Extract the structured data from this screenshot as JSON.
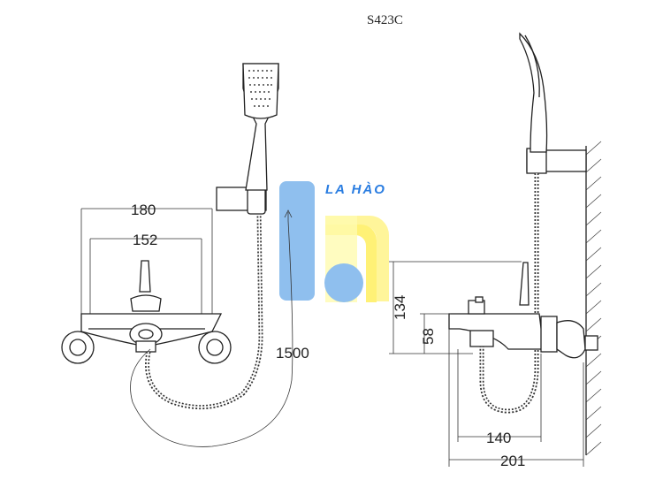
{
  "model_code": "S423C",
  "logo": {
    "text": "LA HÀO",
    "blue": "#8fbfee",
    "yellow": "#fff59a"
  },
  "dimensions": {
    "d180": "180",
    "d152": "152",
    "d1500": "1500",
    "d134": "134",
    "d58": "58",
    "d140": "140",
    "d201": "201"
  }
}
